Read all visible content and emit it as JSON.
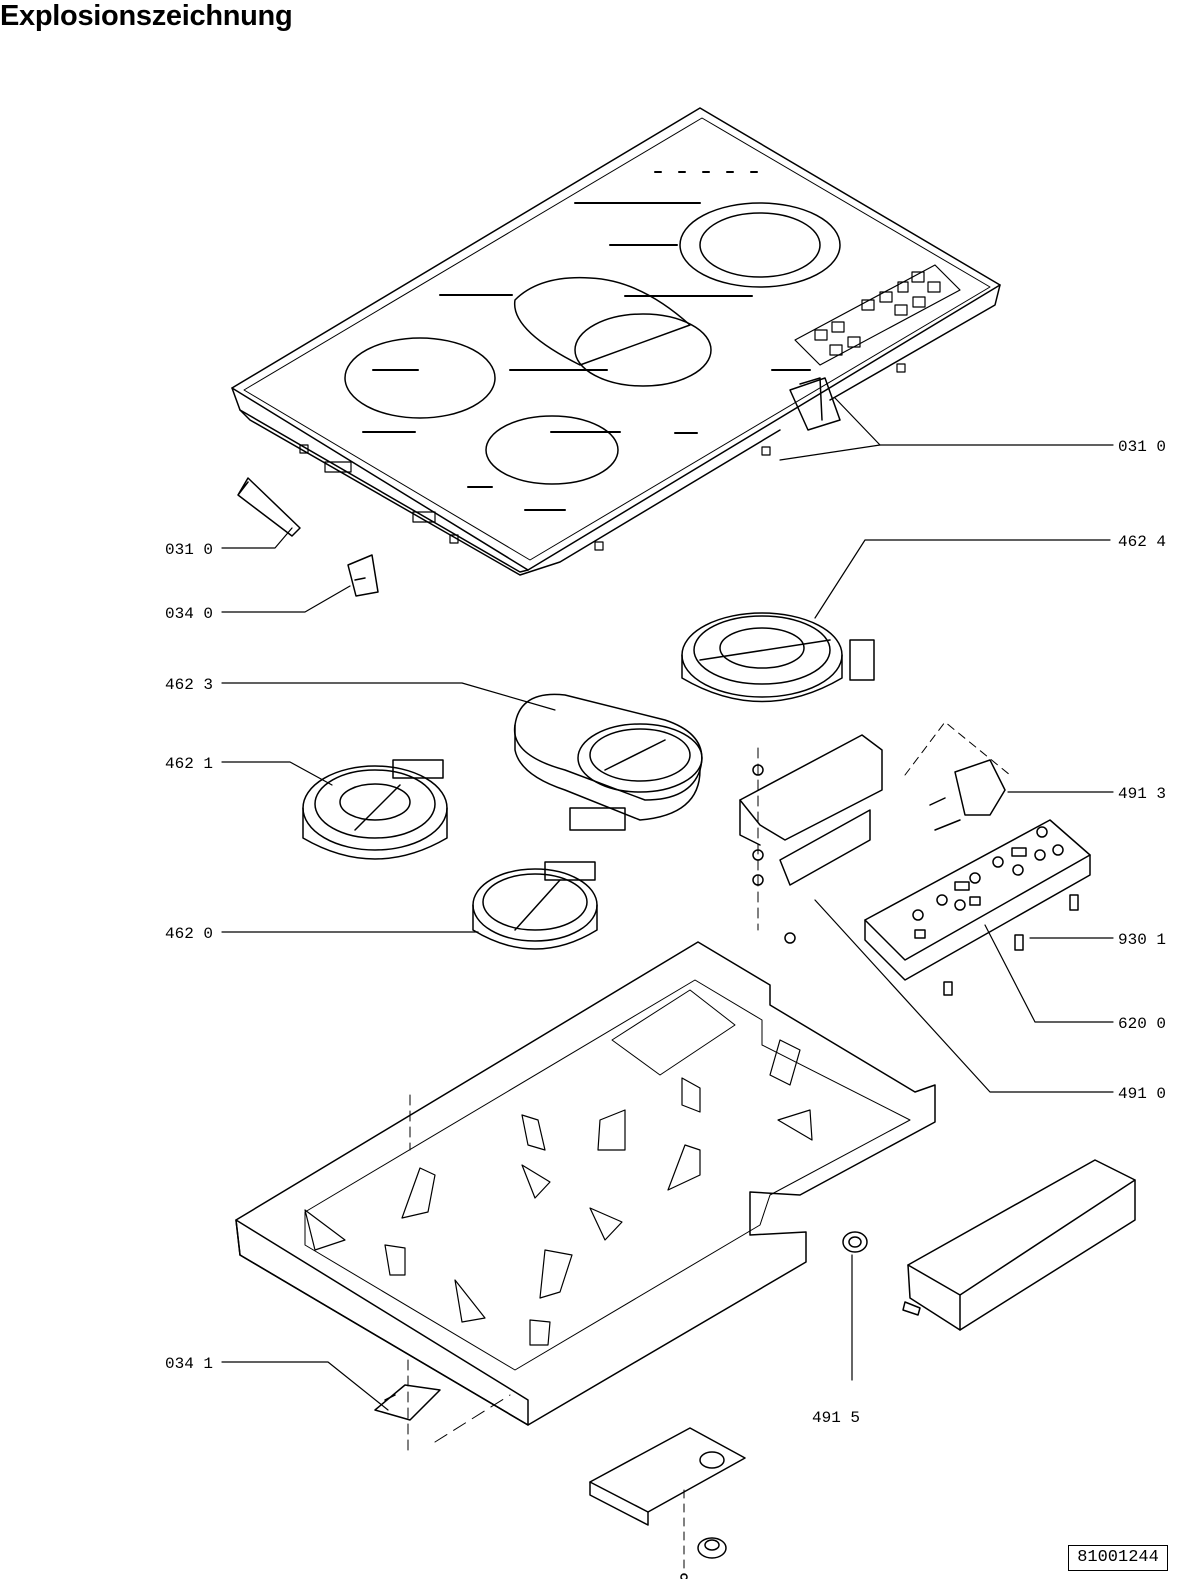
{
  "title": "Explosionszeichnung",
  "document_number": "81001244",
  "part_labels": [
    {
      "id": "031-top",
      "text": "031 0"
    },
    {
      "id": "031-left",
      "text": "031 0"
    },
    {
      "id": "034-0",
      "text": "034 0"
    },
    {
      "id": "462-4",
      "text": "462 4"
    },
    {
      "id": "462-3",
      "text": "462 3"
    },
    {
      "id": "462-1",
      "text": "462 1"
    },
    {
      "id": "491-3",
      "text": "491 3"
    },
    {
      "id": "462-0",
      "text": "462 0"
    },
    {
      "id": "930-1",
      "text": "930 1"
    },
    {
      "id": "620-0",
      "text": "620 0"
    },
    {
      "id": "491-0",
      "text": "491 0"
    },
    {
      "id": "034-1",
      "text": "034 1"
    },
    {
      "id": "491-5",
      "text": "491 5"
    }
  ]
}
